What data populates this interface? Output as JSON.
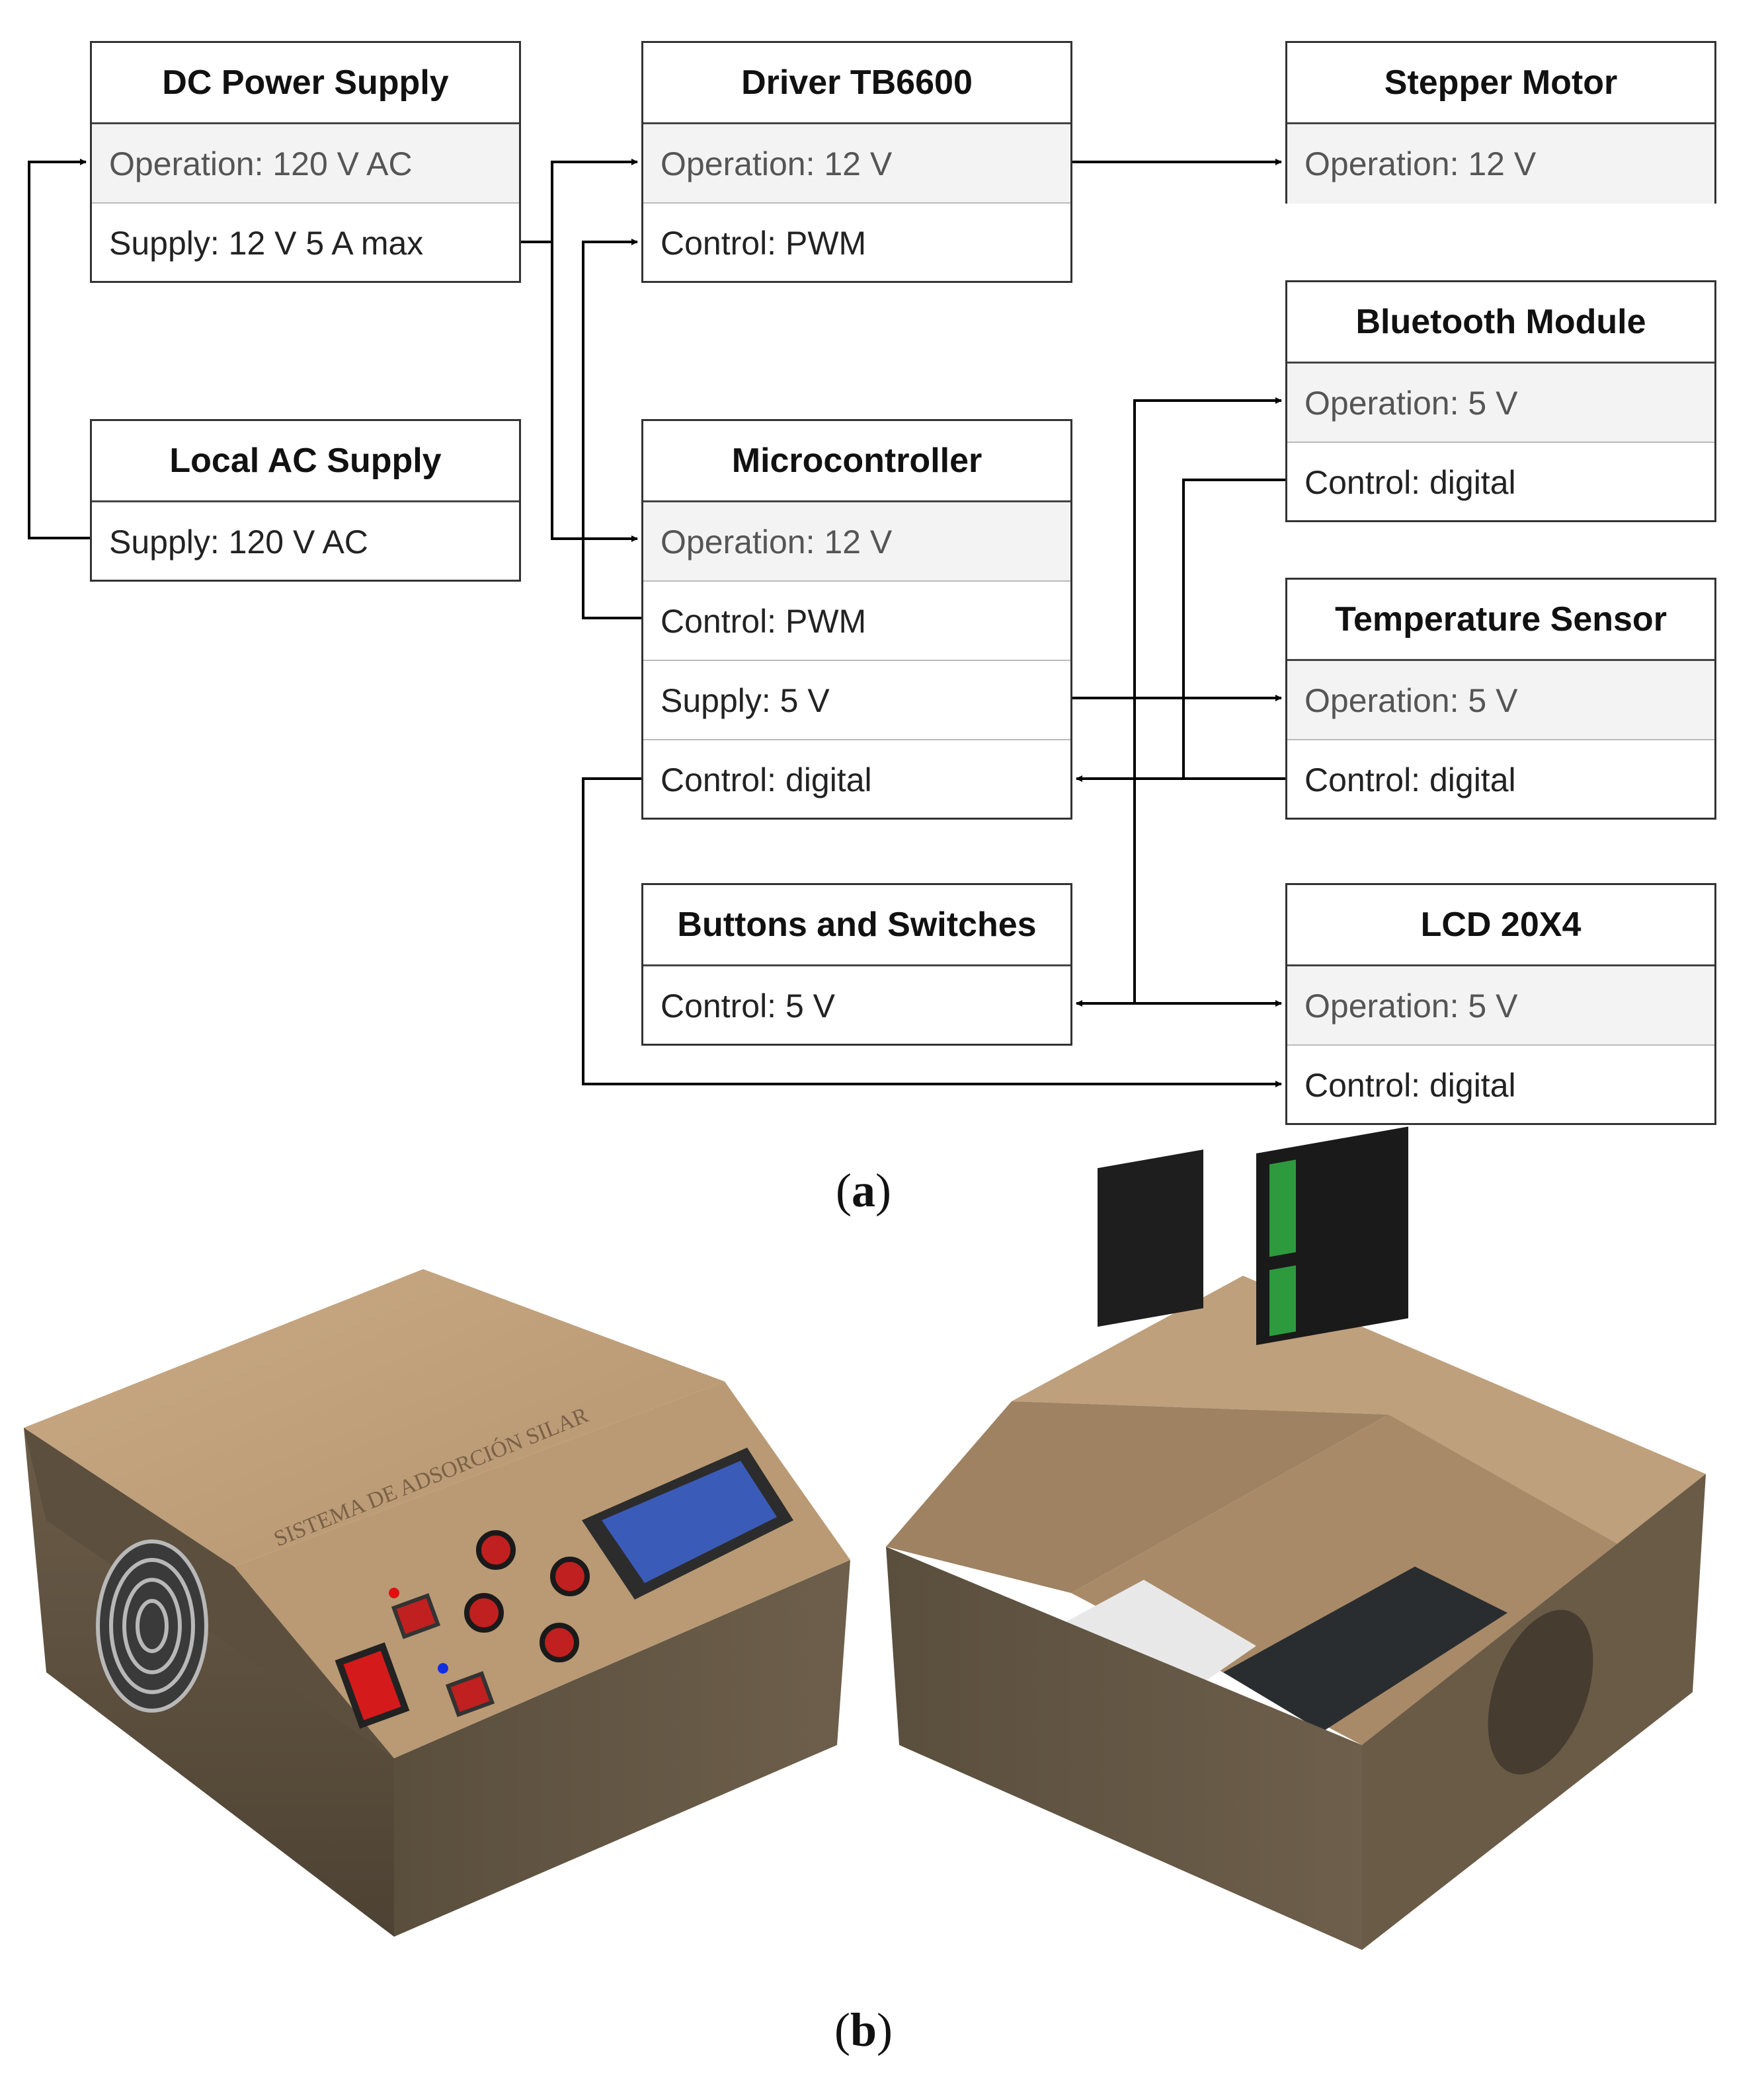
{
  "blocks": {
    "dc_power": {
      "title": "DC Power Supply",
      "rows": [
        "Operation: 120 V AC",
        "Supply: 12 V 5 A max"
      ]
    },
    "driver": {
      "title": "Driver TB6600",
      "rows": [
        "Operation: 12 V",
        "Control: PWM"
      ]
    },
    "stepper": {
      "title": "Stepper Motor",
      "rows": [
        "Operation: 12 V"
      ]
    },
    "bluetooth": {
      "title": "Bluetooth Module",
      "rows": [
        "Operation: 5 V",
        "Control: digital"
      ]
    },
    "local_ac": {
      "title": "Local AC Supply",
      "rows": [
        "Supply: 120 V AC"
      ]
    },
    "micro": {
      "title": "Microcontroller",
      "rows": [
        "Operation: 12 V",
        "Control: PWM",
        "Supply: 5 V",
        "Control: digital"
      ]
    },
    "temp": {
      "title": "Temperature Sensor",
      "rows": [
        "Operation: 5 V",
        "Control: digital"
      ]
    },
    "buttons": {
      "title": "Buttons and Switches",
      "rows": [
        "Control: 5 V"
      ]
    },
    "lcd": {
      "title": "LCD 20X4",
      "rows": [
        "Operation: 5 V",
        "Control: digital"
      ]
    }
  },
  "captions": {
    "a": "a",
    "b": "b"
  },
  "render": {
    "engraving": "SISTEMA DE ADSORCIÓN SILAR"
  },
  "colors": {
    "wood": "#c2a27e",
    "wood_dark": "#5e5140",
    "lcd": "#3b5bb8",
    "button": "#c0201f",
    "line": "#000000"
  }
}
